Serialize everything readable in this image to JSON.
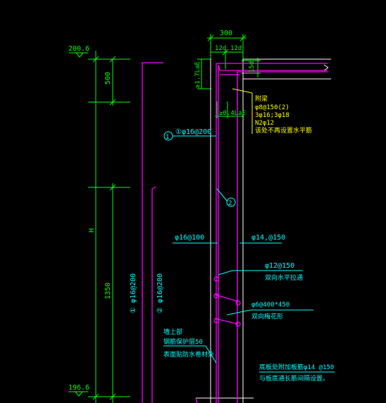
{
  "drawing": {
    "background": "#000000",
    "colors": {
      "green": "#00ff00",
      "cyan": "#00ffff",
      "magenta": "#ff00ff",
      "white": "#ffffff",
      "yellow": "#ffff00"
    },
    "dims": {
      "width_300": "300",
      "d12_left": "12d",
      "d12_right": "12d",
      "d15": "15d",
      "elev_top": "200.6",
      "elev_bottom": "196.6",
      "h500": "500",
      "hH": "H",
      "h1350": "1350",
      "lae_top": "≥1.7LaE",
      "lae_mid": "≥0.4LaE"
    },
    "annotations": {
      "cap_1": "附梁",
      "cap_2": "φ8@150(2)",
      "cap_3": "3φ16;3φ18",
      "cap_4": "N2φ12",
      "cap_5": "该处不再设置水平筋",
      "bar1_top": "①φ16@200",
      "marker_2": "②",
      "left_mid": "φ16@100",
      "right_mid": "φ14,@150",
      "horiz_a": "φ12@150",
      "horiz_b": "双向水平拉通",
      "ties_a": "φ6@400*450",
      "ties_b": "双向梅花形",
      "vert_1": "① φ16@200",
      "vert_2": "② φ16@200",
      "left_note_1": "墙上部",
      "left_note_2": "钢筋保护层50",
      "left_note_3": "表面贴防水卷材外",
      "bottom_note_1": "底板处附加板筋φ14 @150",
      "bottom_note_2": "与板底通长筋间隔设置。"
    }
  }
}
